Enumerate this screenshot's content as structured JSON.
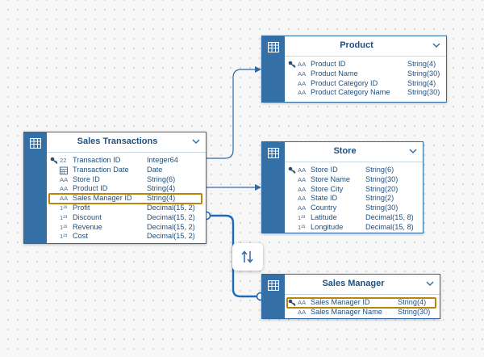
{
  "colors": {
    "primary": "#346fa6",
    "link": "#2e6aa3",
    "highlight": "#b8860b",
    "title": "#1d4f80"
  },
  "tables": {
    "sales_transactions": {
      "title": "Sales Transactions",
      "rows": [
        {
          "icon": "22",
          "name": "Transaction ID",
          "type": "Integer64",
          "key": true
        },
        {
          "icon": "calendar",
          "name": "Transaction Date",
          "type": "Date"
        },
        {
          "icon": "AA",
          "name": "Store ID",
          "type": "String(6)"
        },
        {
          "icon": "AA",
          "name": "Product ID",
          "type": "String(4)"
        },
        {
          "icon": "AA",
          "name": "Sales Manager ID",
          "type": "String(4)",
          "highlighted": true
        },
        {
          "icon": "1²³",
          "name": "Profit",
          "type": "Decimal(15, 2)"
        },
        {
          "icon": "1²³",
          "name": "Discount",
          "type": "Decimal(15, 2)"
        },
        {
          "icon": "1²³",
          "name": "Revenue",
          "type": "Decimal(15, 2)"
        },
        {
          "icon": "1²³",
          "name": "Cost",
          "type": "Decimal(15, 2)"
        }
      ]
    },
    "product": {
      "title": "Product",
      "rows": [
        {
          "icon": "AA",
          "name": "Product ID",
          "type": "String(4)",
          "key": true
        },
        {
          "icon": "AA",
          "name": "Product Name",
          "type": "String(30)"
        },
        {
          "icon": "AA",
          "name": "Product Category ID",
          "type": "String(4)"
        },
        {
          "icon": "AA",
          "name": "Product Category Name",
          "type": "String(30)"
        }
      ]
    },
    "store": {
      "title": "Store",
      "rows": [
        {
          "icon": "AA",
          "name": "Store ID",
          "type": "String(6)",
          "key": true
        },
        {
          "icon": "AA",
          "name": "Store Name",
          "type": "String(30)"
        },
        {
          "icon": "AA",
          "name": "Store City",
          "type": "String(20)"
        },
        {
          "icon": "AA",
          "name": "State ID",
          "type": "String(2)"
        },
        {
          "icon": "AA",
          "name": "Country",
          "type": "String(30)"
        },
        {
          "icon": "1²³",
          "name": "Latitude",
          "type": "Decimal(15, 8)"
        },
        {
          "icon": "1²³",
          "name": "Longitude",
          "type": "Decimal(15, 8)"
        }
      ]
    },
    "sales_manager": {
      "title": "Sales Manager",
      "rows": [
        {
          "icon": "AA",
          "name": "Sales Manager ID",
          "type": "String(4)",
          "key": true,
          "highlighted": true
        },
        {
          "icon": "AA",
          "name": "Sales Manager Name",
          "type": "String(30)"
        }
      ]
    }
  },
  "swap_button": {
    "icon": "swap-arrows-icon"
  }
}
